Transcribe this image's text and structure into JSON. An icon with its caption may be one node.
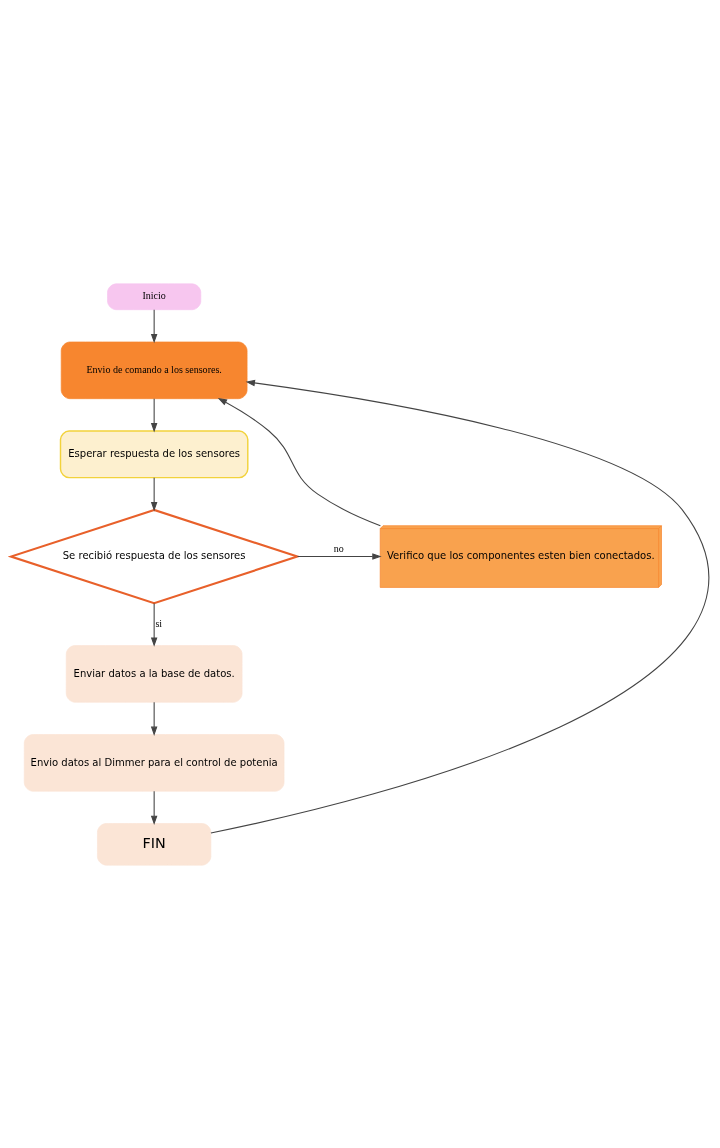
{
  "diagram": {
    "nodes": [
      {
        "text": [
          "Inicio"
        ]
      },
      {
        "text": [
          "Envio de comando a los sensores."
        ]
      },
      {
        "text": [
          "Esperar respuesta de los sensores"
        ]
      },
      {
        "text": [
          "Se recibió respuesta de los sensores"
        ]
      },
      {
        "text": [
          "Verifico que los componentes esten bien conectados."
        ]
      },
      {
        "text": [
          "Enviar datos a la base de datos."
        ]
      },
      {
        "text": [
          "Envio datos al Dimmer para el control de potenia"
        ]
      },
      {
        "text": [
          "FIN"
        ]
      }
    ],
    "edges": [
      {
        "from": 0,
        "to": 1,
        "arrow": "to"
      },
      {
        "from": 1,
        "to": 2,
        "arrow": "to"
      },
      {
        "from": 2,
        "to": 3,
        "arrow": "to"
      },
      {
        "from": 3,
        "to": 4,
        "arrow": "to",
        "label": "no"
      },
      {
        "from": 4,
        "to": 1,
        "arrow": "to"
      },
      {
        "from": 3,
        "to": 5,
        "arrow": "to",
        "label": "si"
      },
      {
        "from": 5,
        "to": 6,
        "arrow": "to"
      },
      {
        "from": 6,
        "to": 7,
        "arrow": "to"
      },
      {
        "from": 7,
        "to": 1,
        "arrow": "to"
      }
    ]
  }
}
